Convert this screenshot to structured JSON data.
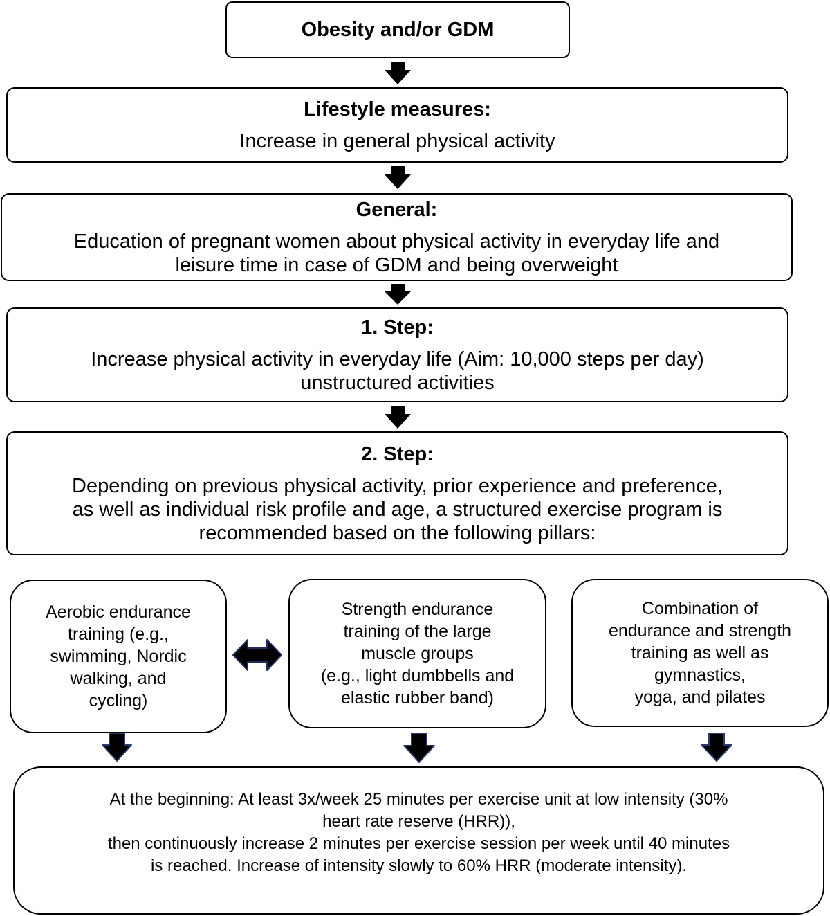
{
  "boxes": {
    "start": {
      "title": "Obesity and/or GDM"
    },
    "lifestyle": {
      "title": "Lifestyle measures:",
      "lines": [
        "Increase in general physical activity"
      ]
    },
    "general": {
      "title": "General:",
      "lines": [
        "Education of pregnant women about physical activity in everyday life and",
        "leisure time in case of GDM and being overweight"
      ]
    },
    "step1": {
      "title": "1. Step:",
      "lines": [
        "Increase physical activity in everyday life (Aim: 10,000 steps per day)",
        "unstructured activities"
      ]
    },
    "step2": {
      "title": "2. Step:",
      "lines": [
        "Depending on previous physical activity, prior experience and preference,",
        "as well as individual risk profile and age, a structured exercise program is",
        "recommended based on the following pillars:"
      ]
    },
    "pillar_aerobic": {
      "lines": [
        "Aerobic endurance",
        "training (e.g.,",
        "swimming, Nordic",
        "walking, and",
        "cycling)"
      ]
    },
    "pillar_strength": {
      "lines": [
        "Strength endurance",
        "training of the large",
        "muscle groups",
        "(e.g., light dumbbells and",
        "elastic rubber band)"
      ]
    },
    "pillar_combination": {
      "lines": [
        "Combination of",
        "endurance and strength",
        "training as well as",
        "gymnastics,",
        "yoga, and pilates"
      ]
    },
    "final": {
      "lines": [
        "At the beginning: At least 3x/week 25 minutes per exercise unit at low intensity (30%",
        "heart rate reserve (HRR)),",
        "then continuously increase 2 minutes per exercise session per week until 40 minutes",
        "is reached. Increase of intensity slowly to 60% HRR (moderate intensity)."
      ]
    }
  },
  "colors": {
    "arrow_fill": "#000000",
    "pillar_arrow_outline": "#2b3a6b",
    "double_arrow_outline": "#1f2d5c"
  }
}
